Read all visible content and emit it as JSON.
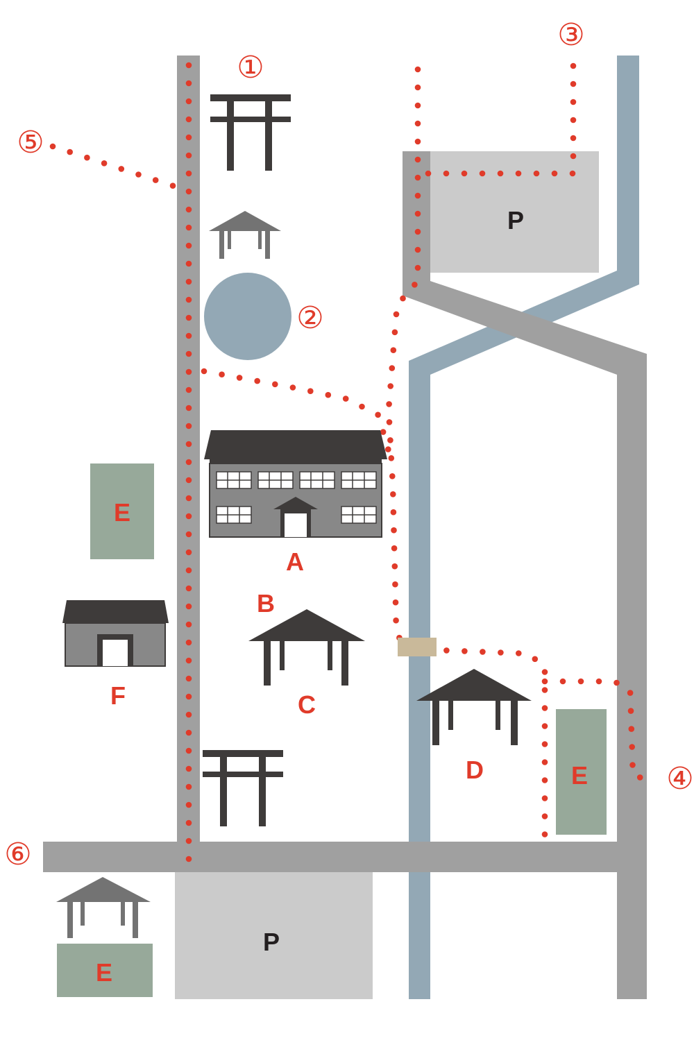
{
  "labels": {
    "A": "A",
    "B": "B",
    "C": "C",
    "D": "D",
    "E1": "E",
    "E2": "E",
    "E3": "E",
    "F": "F",
    "P1": "P",
    "P2": "P"
  },
  "markers": {
    "m1": "①",
    "m2": "②",
    "m3": "③",
    "m4": "④",
    "m5": "⑤",
    "m6": "⑥"
  },
  "colors": {
    "road": "#a0a0a0",
    "river": "#93a8b5",
    "pond": "#93a8b5",
    "parking": "#cbcbcb",
    "green_area": "#97a99a",
    "building": "#3e3b3a",
    "building_light": "#737373",
    "label_red": "#e03b2a",
    "route_dot": "#e03b2a",
    "bridge": "#c9b99a"
  },
  "icons": [
    "torii-gate-icon",
    "pavilion-icon",
    "hall-building-icon",
    "warehouse-icon"
  ]
}
